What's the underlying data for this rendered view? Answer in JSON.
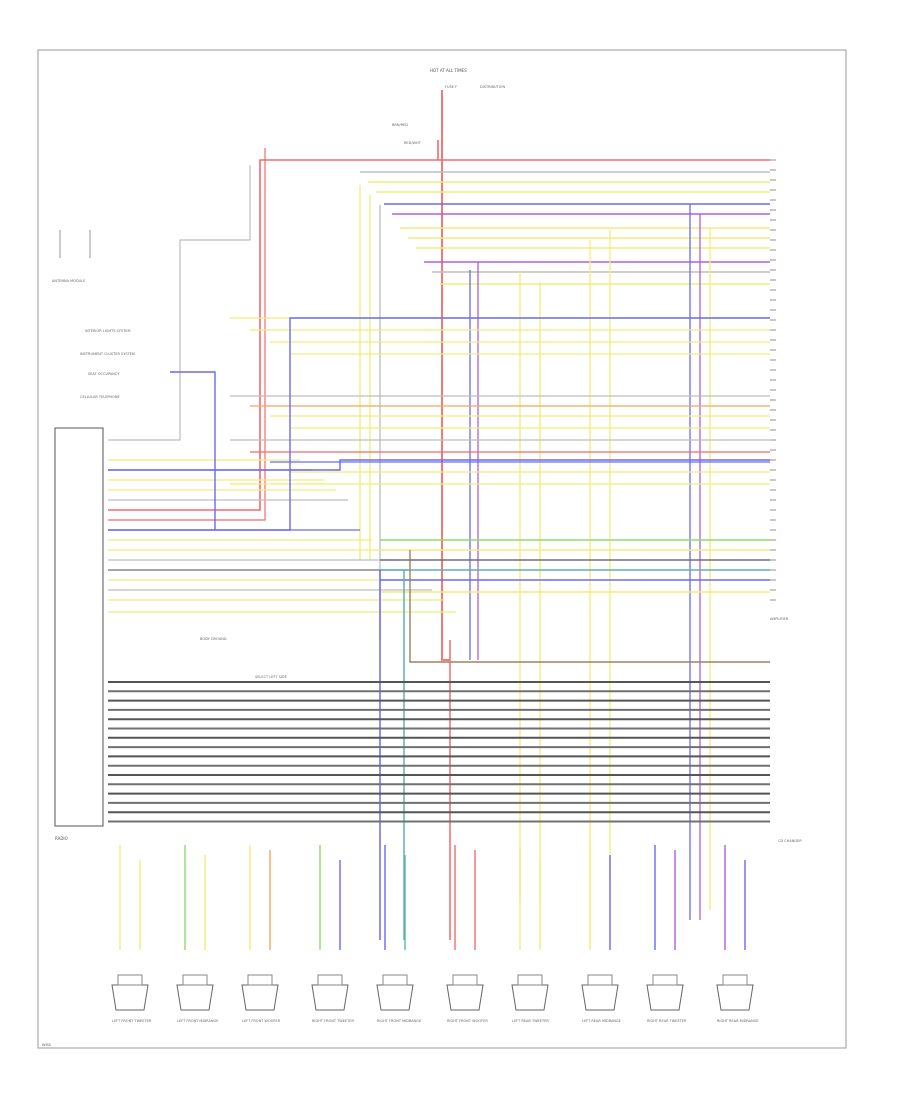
{
  "colors": {
    "red": "#f26b6b",
    "yellow": "#f0ec7a",
    "blue": "#6a6af0",
    "purple": "#b060d8",
    "gray": "#bdbdbd",
    "dark_gray": "#707070",
    "green": "#8fdc6a",
    "orange": "#f2a860",
    "teal": "#5fb2b2",
    "brown": "#a08060",
    "black": "#333333"
  },
  "labels": {
    "top_source": "HOT AT ALL TIMES",
    "top_fuse": "FUSE F",
    "top_note": "DISTRIBUTION",
    "brown_red": "BRN/RED",
    "red_wht": "RED/WHT",
    "antenna_module": "ANTENNA MODULE",
    "input_1": "INTERIOR LIGHTS SYSTEM",
    "input_2": "INSTRUMENT CLUSTER SYSTEM",
    "input_3": "SEAT OCCUPANCY",
    "input_4": "CELLULAR TELEPHONE",
    "radio": "RADIO",
    "radio_note": "BODY GROUND",
    "amp": "AMPLIFIER",
    "amp_bottom": "CD CHANGER",
    "ground_note": "SELECT LEFT SIDE",
    "speakers": [
      "LEFT FRONT TWEETER",
      "LEFT FRONT MIDRANGE",
      "LEFT FRONT WOOFER",
      "RIGHT FRONT TWEETER",
      "RIGHT FRONT MIDRANGE",
      "RIGHT FRONT WOOFER",
      "LEFT REAR TWEETER",
      "LEFT REAR MIDRANGE",
      "RIGHT REAR TWEETER",
      "RIGHT REAR MIDRANGE"
    ],
    "footer": "WMA"
  }
}
